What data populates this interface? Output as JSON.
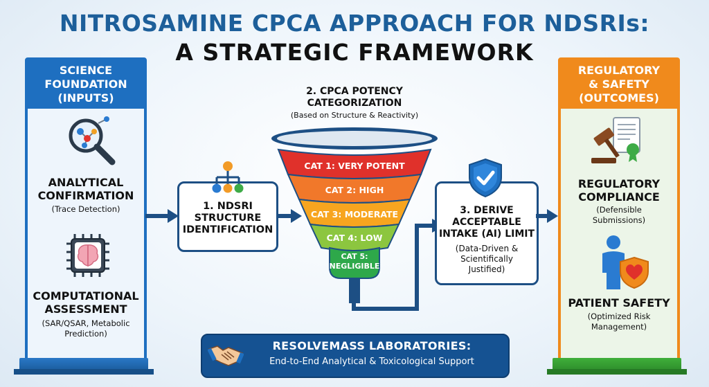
{
  "title": {
    "line1": "NITROSAMINE CPCA APPROACH FOR NDSRIs:",
    "line2": "A STRATEGIC FRAMEWORK"
  },
  "left_column": {
    "header": "SCIENCE\nFOUNDATION\n(INPUTS)",
    "items": [
      {
        "title": "ANALYTICAL\nCONFIRMATION",
        "subtitle": "(Trace Detection)",
        "icon": "magnifier-molecule-icon"
      },
      {
        "title": "COMPUTATIONAL\nASSESSMENT",
        "subtitle": "(SAR/QSAR, Metabolic\nPrediction)",
        "icon": "brain-chip-icon"
      }
    ]
  },
  "step1": {
    "label": "1. NDSRI\nSTRUCTURE\nIDENTIFICATION",
    "icon": "hierarchy-icon"
  },
  "step2": {
    "title": "2. CPCA POTENCY\nCATEGORIZATION",
    "subtitle": "(Based on Structure & Reactivity)",
    "categories": [
      {
        "label": "CAT 1: VERY POTENT",
        "color": "#e0312b"
      },
      {
        "label": "CAT 2: HIGH",
        "color": "#f1782a"
      },
      {
        "label": "CAT 3: MODERATE",
        "color": "#f7a51f"
      },
      {
        "label": "CAT 4: LOW",
        "color": "#8cc63f"
      },
      {
        "label": "CAT 5:\nNEGLIGIBLE",
        "color": "#2ea84a"
      }
    ]
  },
  "step3": {
    "title": "3. DERIVE\nACCEPTABLE\nINTAKE (AI) LIMIT",
    "subtitle": "(Data-Driven &\nScientifically\nJustified)",
    "icon": "shield-check-icon"
  },
  "right_column": {
    "header": "REGULATORY\n& SAFETY\n(OUTCOMES)",
    "items": [
      {
        "title": "REGULATORY\nCOMPLIANCE",
        "subtitle": "(Defensible\nSubmissions)",
        "icon": "gavel-document-icon"
      },
      {
        "title": "PATIENT SAFETY",
        "subtitle": "(Optimized Risk\nManagement)",
        "icon": "patient-heart-shield-icon"
      }
    ]
  },
  "banner": {
    "title": "RESOLVEMASS LABORATORIES:",
    "subtitle": "End-to-End Analytical & Toxicological Support",
    "icon": "handshake-icon"
  },
  "colors": {
    "primary_blue": "#1e6fc0",
    "navy": "#1d4f84",
    "orange": "#f08a1c",
    "green": "#3fae3a"
  }
}
